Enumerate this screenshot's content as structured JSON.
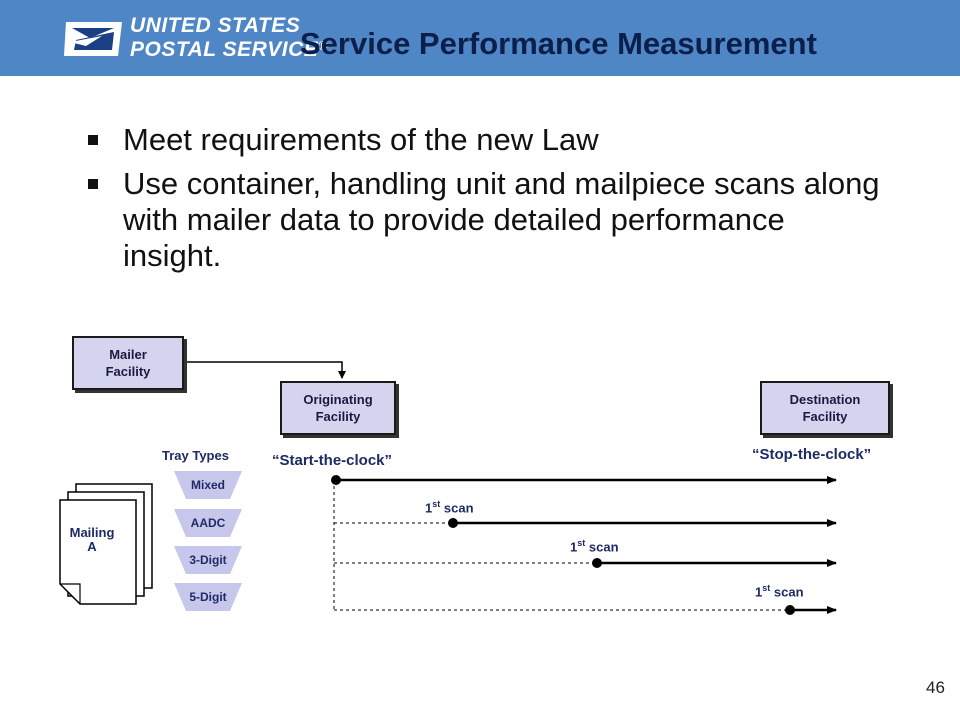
{
  "header": {
    "logo_line1": "UNITED STATES",
    "logo_line2": "POSTAL SERVICE",
    "logo_reg": "®",
    "title": "Service Performance Measurement"
  },
  "bullets": [
    "Meet requirements of the new Law",
    "Use container, handling unit and mailpiece scans along with mailer data to provide detailed performance insight."
  ],
  "diagram": {
    "mailer_facility": "Mailer\nFacility",
    "originating_facility": "Originating\nFacility",
    "destination_facility": "Destination\nFacility",
    "start_clock": "“Start-the-clock”",
    "stop_clock": "“Stop-the-clock”",
    "tray_types_label": "Tray Types",
    "trays": [
      "Mixed",
      "AADC",
      "3-Digit",
      "5-Digit"
    ],
    "mailing_label": "Mailing\nA",
    "scan_label": {
      "num": "1",
      "suffix": "st",
      "word": "scan"
    }
  },
  "page_number": "46",
  "colors": {
    "header_bg": "#4f86c6",
    "title_text": "#0b1f4a",
    "box_fill": "#d4d4ee",
    "tray_fill": "#c7c7ec",
    "label_text": "#1e2a66"
  }
}
